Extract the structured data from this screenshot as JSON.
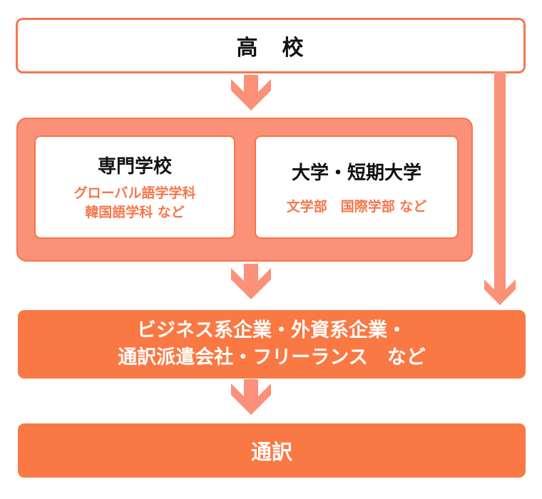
{
  "colors": {
    "salmon": "#FA9178",
    "border": "#F4774B",
    "box": "#FA7843",
    "accent": "#F4774B",
    "ink": "#111111"
  },
  "diagram": {
    "top_box": {
      "label": "高　校"
    },
    "vocational": {
      "title": "専門学校",
      "subtitle_line1": "グローバル語学学科",
      "subtitle_line2": "韓国語学科 など"
    },
    "university": {
      "title": "大学・短期大学",
      "subtitle": "文学部　国際学部 など"
    },
    "employment_box": {
      "line1": "ビジネス系企業・外資系企業・",
      "line2": "通訳派遣会社・フリーランス　など"
    },
    "career_box": {
      "label": "通訳"
    }
  }
}
